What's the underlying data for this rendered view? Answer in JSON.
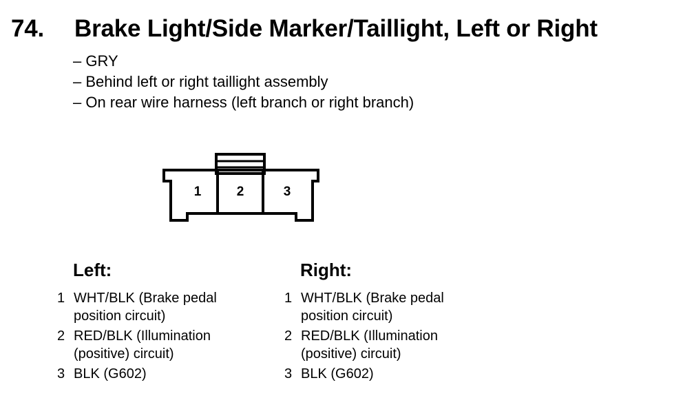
{
  "connector": {
    "number": "74.",
    "title": "Brake Light/Side Marker/Taillight, Left or Right",
    "color_line": "– GRY",
    "location_line": "– Behind left or right taillight assembly",
    "harness_line": "– On rear wire harness (left branch or right branch)"
  },
  "diagram": {
    "pin_labels": [
      "1",
      "2",
      "3"
    ]
  },
  "left": {
    "heading": "Left:",
    "pins": [
      {
        "num": "1",
        "desc": "WHT/BLK (Brake pedal position circuit)"
      },
      {
        "num": "2",
        "desc": "RED/BLK (Illumination (positive) circuit)"
      },
      {
        "num": "3",
        "desc": "BLK (G602)"
      }
    ]
  },
  "right": {
    "heading": "Right:",
    "pins": [
      {
        "num": "1",
        "desc": "WHT/BLK (Brake pedal position circuit)"
      },
      {
        "num": "2",
        "desc": "RED/BLK (Illumination (positive) circuit)"
      },
      {
        "num": "3",
        "desc": "BLK (G602)"
      }
    ]
  }
}
